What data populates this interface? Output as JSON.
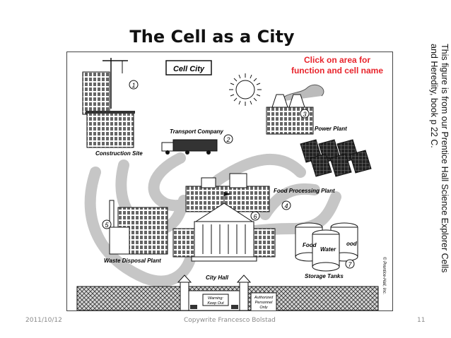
{
  "slide": {
    "title": "The Cell as a City",
    "side_note_line1": "This figure is from our Prentice Hall Science Explorer Cells",
    "side_note_line2": "and Heredity, book p 22 C.",
    "footer_date": "2011/10/12",
    "footer_center": "Copywrite Francesco Bolstad",
    "footer_page": "11"
  },
  "figure": {
    "header_box": "Cell City",
    "click_hint_line1": "Click on area for",
    "click_hint_line2": "function and cell name",
    "click_hint_color": "#e8242c",
    "areas": [
      {
        "label": "Construction Site",
        "num": "1"
      },
      {
        "label": "Transport Company",
        "num": "2"
      },
      {
        "label": "Power Plant",
        "num": "3"
      },
      {
        "label": "Food Processing Plant",
        "num": "4"
      },
      {
        "label": "Waste Disposal Plant",
        "num": "5"
      },
      {
        "label": "City Hall",
        "num": "6"
      },
      {
        "label": "Storage Tanks",
        "num": "7"
      }
    ],
    "tank_labels": [
      "Food",
      "Water",
      "ood"
    ],
    "gate_signs": {
      "warning_line1": "Warning:",
      "warning_line2": "Keep Out",
      "authorized_line1": "Authorized",
      "authorized_line2": "Personnel",
      "authorized_line3": "Only"
    },
    "copyright": "© Prentice-Hall, Inc."
  }
}
